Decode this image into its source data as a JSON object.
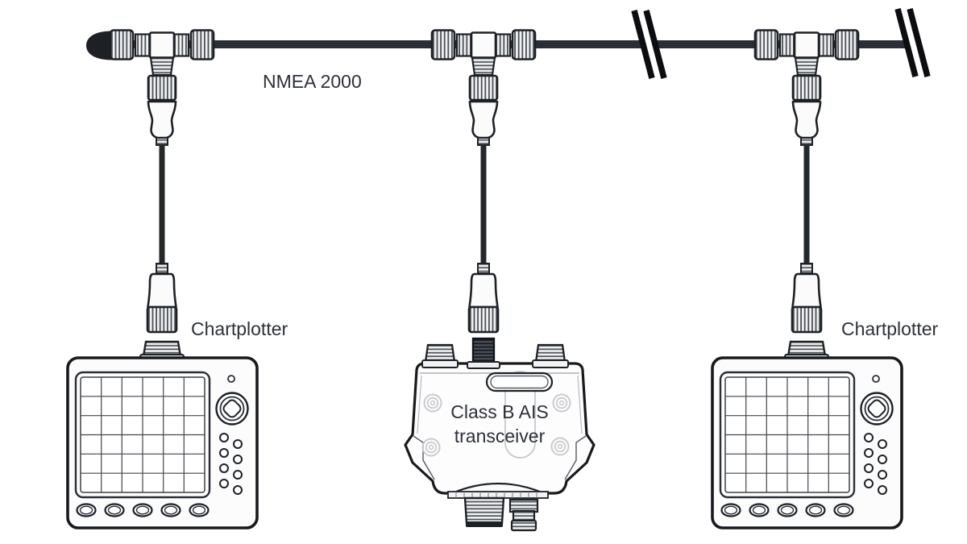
{
  "diagram": {
    "network_label": "NMEA 2000",
    "devices": {
      "left": "Chartplotter",
      "center": "Class B AIS transceiver",
      "right": "Chartplotter"
    },
    "components": [
      "terminator-cap",
      "t-connector",
      "t-connector",
      "t-connector",
      "backbone-break",
      "backbone-break",
      "drop-cable",
      "drop-cable",
      "drop-cable",
      "chartplotter",
      "class-b-ais-transceiver",
      "chartplotter"
    ],
    "colors": {
      "outline": "#1d2126",
      "backbone": "#2a2e36",
      "cable": "#24272c",
      "device_fill": "#fcfcfd",
      "label_text": "#2d3139",
      "background": "#ffffff"
    }
  }
}
